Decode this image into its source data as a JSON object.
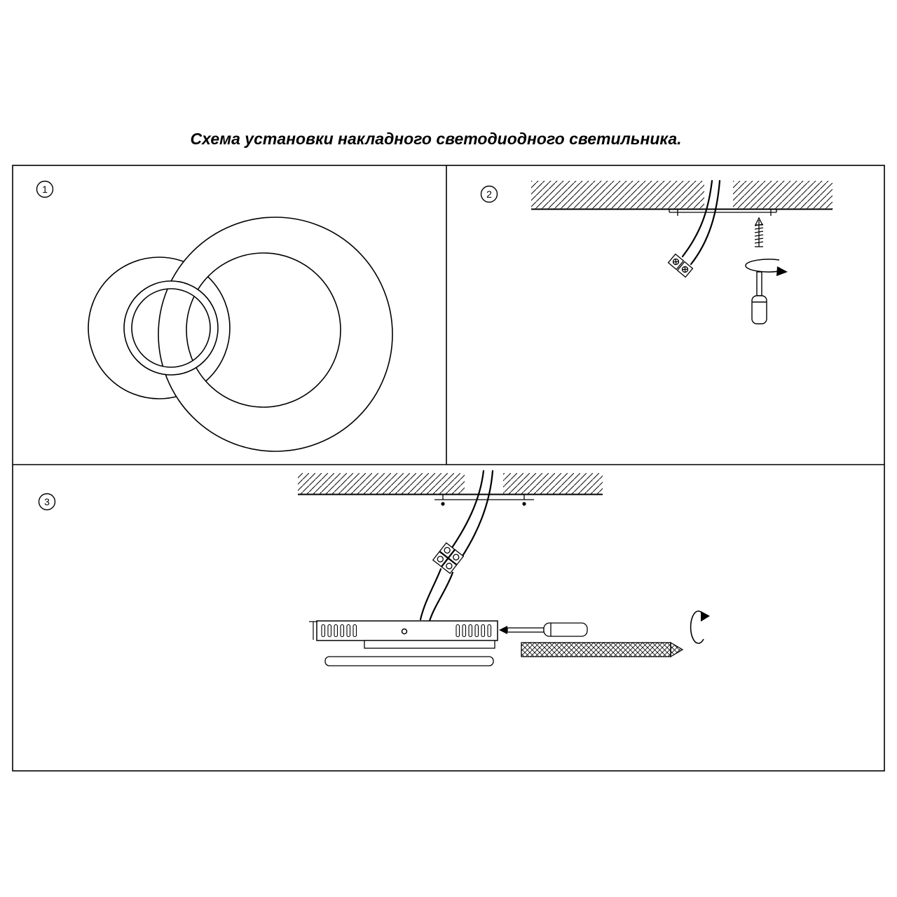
{
  "title": "Схема установки накладного светодиодного светильника.",
  "steps": {
    "one": {
      "number": "1"
    },
    "two": {
      "number": "2"
    },
    "three": {
      "number": "3"
    }
  }
}
